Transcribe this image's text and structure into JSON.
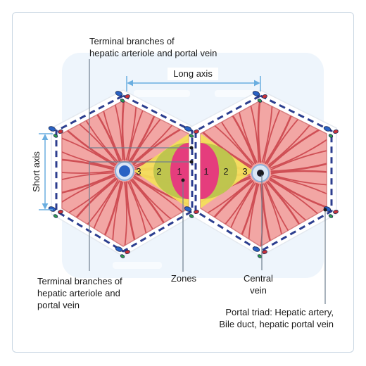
{
  "labels": {
    "terminal_top_1": "Terminal branches of",
    "terminal_top_2": "hepatic arteriole and portal vein",
    "long_axis": "Long axis",
    "short_axis": "Short axis",
    "terminal_bottom_1": "Terminal branches of",
    "terminal_bottom_2": "hepatic arteriole and",
    "terminal_bottom_3": "portal vein",
    "zones": "Zones",
    "central_1": "Central",
    "central_2": "vein",
    "portal_1": "Portal triad: Hepatic artery,",
    "portal_2": "Bile duct, hepatic portal vein"
  },
  "zones": {
    "left": [
      "3",
      "2",
      "1"
    ],
    "right": [
      "1",
      "2",
      "3"
    ]
  },
  "colors": {
    "lobule_fill": "#f2a6a4",
    "sinusoid": "#cf4f55",
    "zone1": "#e53d7d",
    "zone2": "#b9c24c",
    "zone3": "#f4e15a",
    "dashed_border": "#2c3e8f",
    "axis_arrow": "#6aaee0",
    "central_vein": "#2962c4",
    "background_shape": "#eef5fc"
  }
}
